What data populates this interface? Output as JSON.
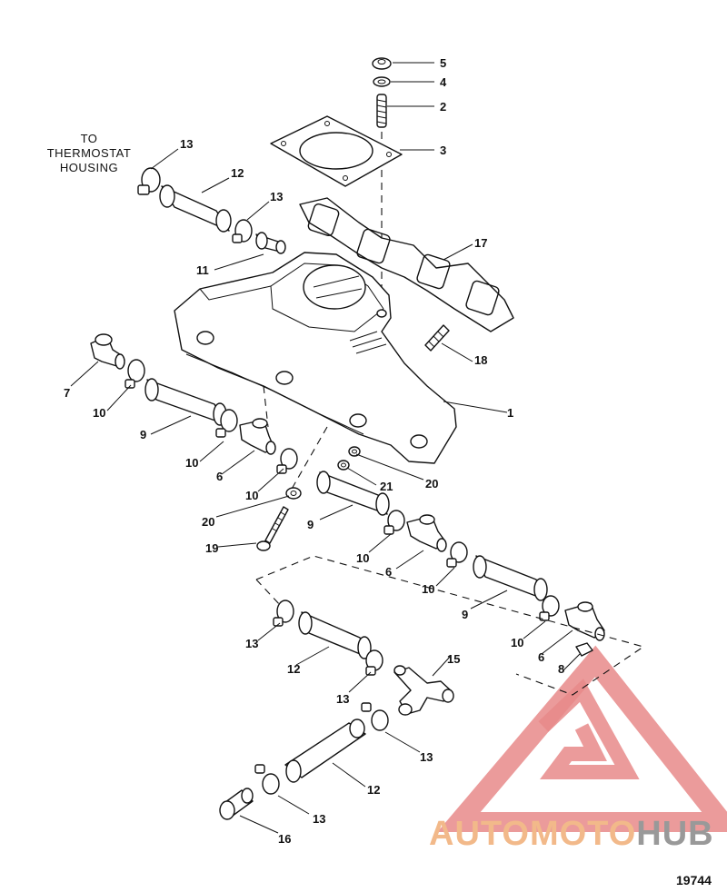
{
  "diagram": {
    "note_lines": [
      "TO",
      "THERMOSTAT",
      "HOUSING"
    ],
    "figure_number": "19744",
    "watermark": {
      "text_a": "AUTOMOTO",
      "text_b": "HUB",
      "color_red": "#e88a8a",
      "color_orange": "#f2b98a",
      "color_gray": "#999999"
    },
    "callouts": [
      "5",
      "4",
      "2",
      "3",
      "13",
      "12",
      "13",
      "17",
      "11",
      "18",
      "7",
      "1",
      "10",
      "9",
      "10",
      "6",
      "20",
      "21",
      "10",
      "20",
      "9",
      "19",
      "10",
      "6",
      "10",
      "9",
      "13",
      "10",
      "6",
      "12",
      "15",
      "8",
      "13",
      "13",
      "12",
      "13",
      "16"
    ]
  }
}
